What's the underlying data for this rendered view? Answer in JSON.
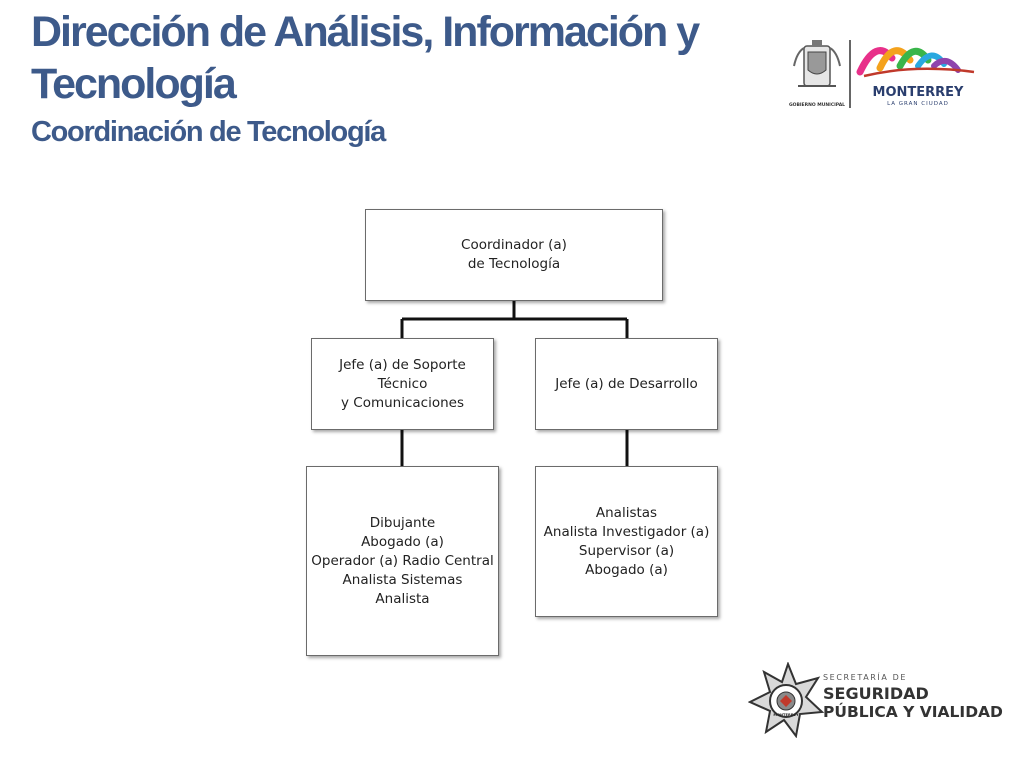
{
  "header": {
    "title_line1": "Dirección de Análisis, Información y",
    "title_line2": "Tecnología",
    "subtitle": "Coordinación de Tecnología"
  },
  "logos": {
    "municipal_caption": "GOBIERNO MUNICIPAL",
    "city_name": "MONTERREY",
    "city_tagline": "LA GRAN CIUDAD",
    "secretaria_small": "SECRETARÍA DE",
    "secretaria_line1": "SEGURIDAD",
    "secretaria_line2": "PÚBLICA Y VIALIDAD",
    "badge_text": "MONTERREY"
  },
  "org_chart": {
    "root": {
      "lines": [
        "Coordinador (a)",
        "de Tecnología"
      ]
    },
    "children": [
      {
        "lines": [
          "Jefe (a) de Soporte",
          "Técnico",
          "y Comunicaciones"
        ],
        "staff": [
          "Dibujante",
          "Abogado (a)",
          "Operador (a) Radio Central",
          "Analista Sistemas",
          "Analista"
        ]
      },
      {
        "lines": [
          "Jefe (a) de Desarrollo"
        ],
        "staff": [
          "Analistas",
          "Analista Investigador (a)",
          "Supervisor (a)",
          "Abogado (a)"
        ]
      }
    ]
  },
  "colors": {
    "title": "#3d5a8a",
    "connector": "#111111",
    "city_logo_navy": "#2a3e6e"
  }
}
